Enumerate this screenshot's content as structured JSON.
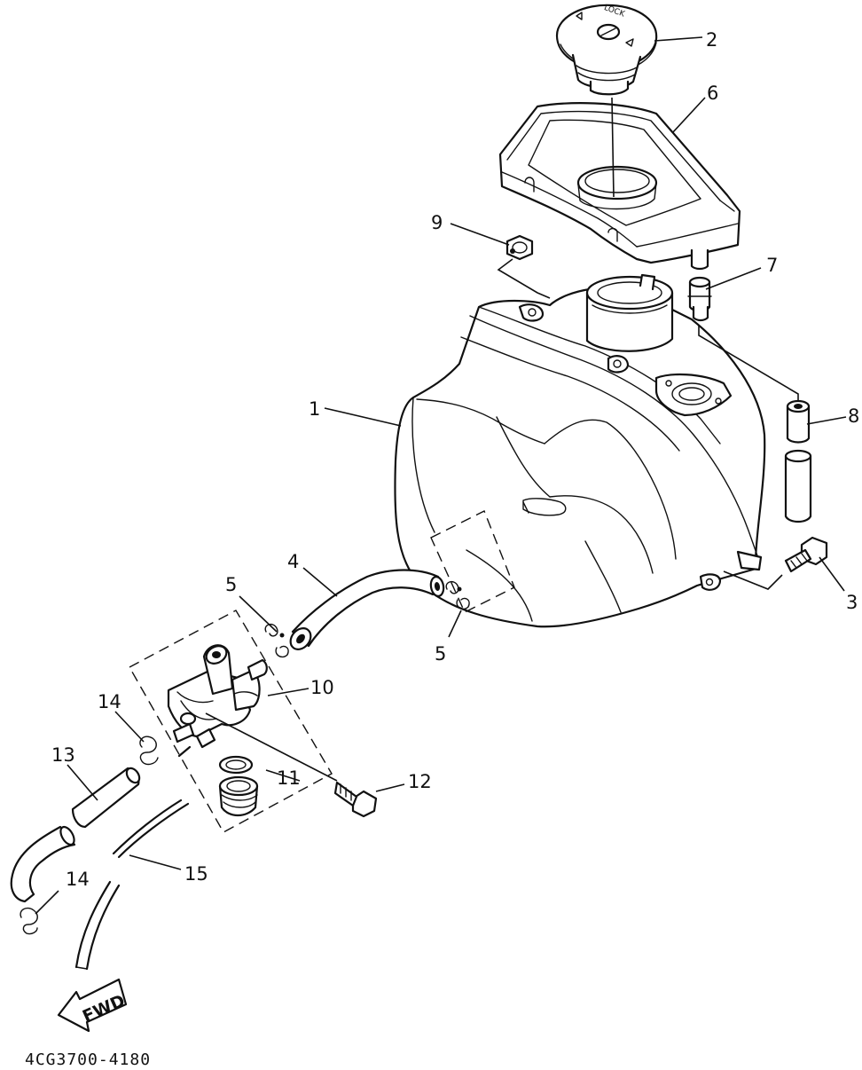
{
  "callouts": {
    "c1": "1",
    "c2": "2",
    "c3": "3",
    "c4": "4",
    "c5a": "5",
    "c5b": "5",
    "c6": "6",
    "c7": "7",
    "c8": "8",
    "c9": "9",
    "c10": "10",
    "c11": "11",
    "c12": "12",
    "c13": "13",
    "c14a": "14",
    "c14b": "14",
    "c15": "15"
  },
  "cap_text": "LOCK",
  "direction_arrow": "FWD",
  "diagram_code": "4CG3700-4180"
}
